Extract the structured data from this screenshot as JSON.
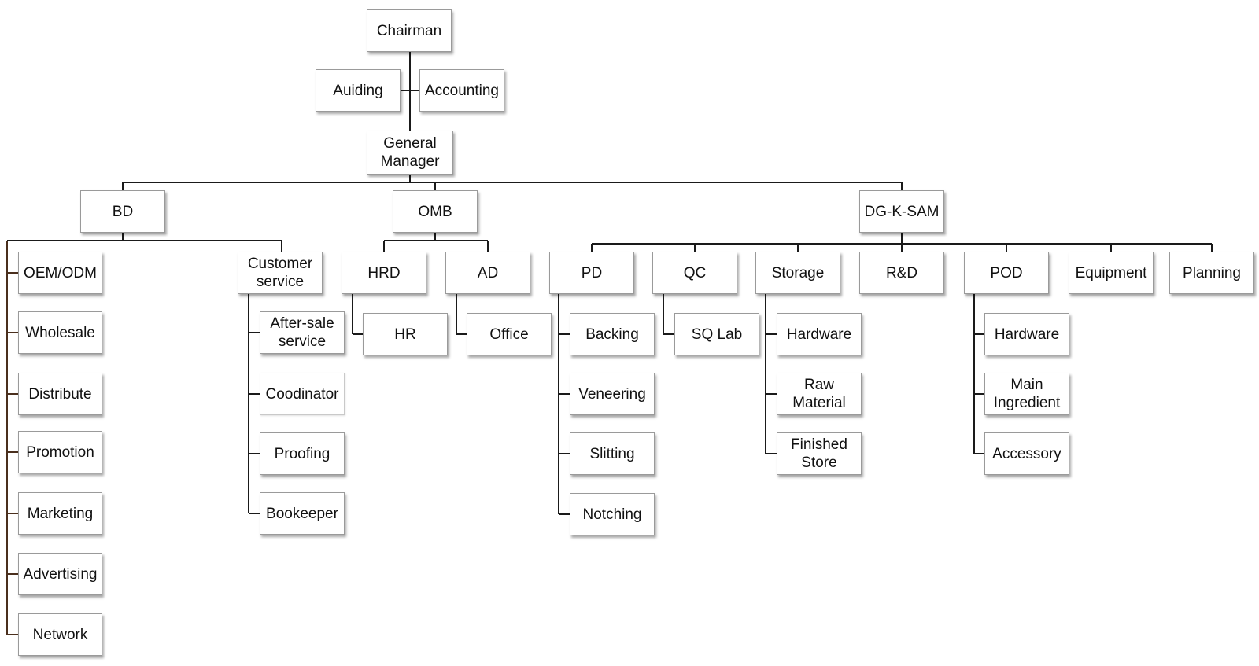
{
  "org_chart": {
    "chairman": "Chairman",
    "auiding": "Auiding",
    "accounting": "Accounting",
    "general_manager": "General\nManager",
    "bd": {
      "label": "BD",
      "oem_odm": "OEM/ODM",
      "wholesale": "Wholesale",
      "distribute": "Distribute",
      "promotion": "Promotion",
      "marketing": "Marketing",
      "advertising": "Advertising",
      "network": "Network",
      "customer_service": "Customer\nservice",
      "after_sale_service": "After-sale\nservice",
      "coodinator": "Coodinator",
      "proofing": "Proofing",
      "bookeeper": "Bookeeper"
    },
    "omb": {
      "label": "OMB",
      "hrd": "HRD",
      "hr": "HR",
      "ad": "AD",
      "office": "Office"
    },
    "dgksam": {
      "label": "DG-K-SAM",
      "pd": "PD",
      "backing": "Backing",
      "veneering": "Veneering",
      "slitting": "Slitting",
      "notching": "Notching",
      "qc": "QC",
      "sq_lab": "SQ Lab",
      "storage": "Storage",
      "storage_hardware": "Hardware",
      "raw_material": "Raw\nMaterial",
      "finished_store": "Finished\nStore",
      "rnd": "R&D",
      "pod": "POD",
      "pod_hardware": "Hardware",
      "main_ingredient": "Main\nIngredient",
      "accessory": "Accessory",
      "equipment": "Equipment",
      "planning": "Planning"
    }
  },
  "colors": {
    "line": "#1a1a1a",
    "bd_spine": "#4a2f1d",
    "border": "#9a9a9a"
  }
}
